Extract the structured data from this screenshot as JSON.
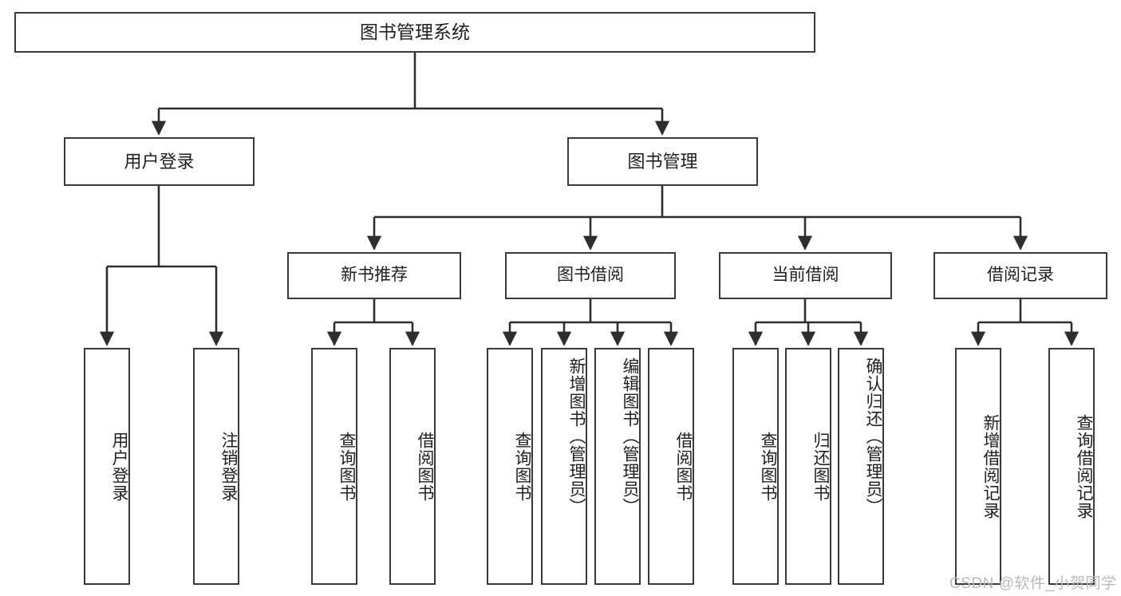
{
  "diagram": {
    "title": "图书管理系统",
    "type": "hierarchy-tree",
    "colors": {
      "box_border": "#3a3a3a",
      "box_fill": "#ffffff",
      "edge": "#2e2e2e",
      "text": "#1f1f1f",
      "watermark": "#b9b9b9",
      "background": "#ffffff"
    },
    "watermark": "CSDN @软件_小贺同学",
    "root": {
      "label": "图书管理系统"
    },
    "level1": [
      {
        "label": "用户登录"
      },
      {
        "label": "图书管理"
      }
    ],
    "level2": [
      {
        "label": "新书推荐"
      },
      {
        "label": "图书借阅"
      },
      {
        "label": "当前借阅"
      },
      {
        "label": "借阅记录"
      }
    ],
    "leaves": {
      "user_login": [
        {
          "label": "用户登录"
        },
        {
          "label": "注销登录"
        }
      ],
      "new_book_recommend": [
        {
          "label": "查询图书"
        },
        {
          "label": "借阅图书"
        }
      ],
      "book_borrow": [
        {
          "label": "查询图书"
        },
        {
          "label": "新增图书（管理员）"
        },
        {
          "label": "编辑图书（管理员）"
        },
        {
          "label": "借阅图书"
        }
      ],
      "current_borrow": [
        {
          "label": "查询图书"
        },
        {
          "label": "归还图书"
        },
        {
          "label": "确认归还（管理员）"
        }
      ],
      "borrow_record": [
        {
          "label": "新增借阅记录"
        },
        {
          "label": "查询借阅记录"
        }
      ]
    }
  }
}
